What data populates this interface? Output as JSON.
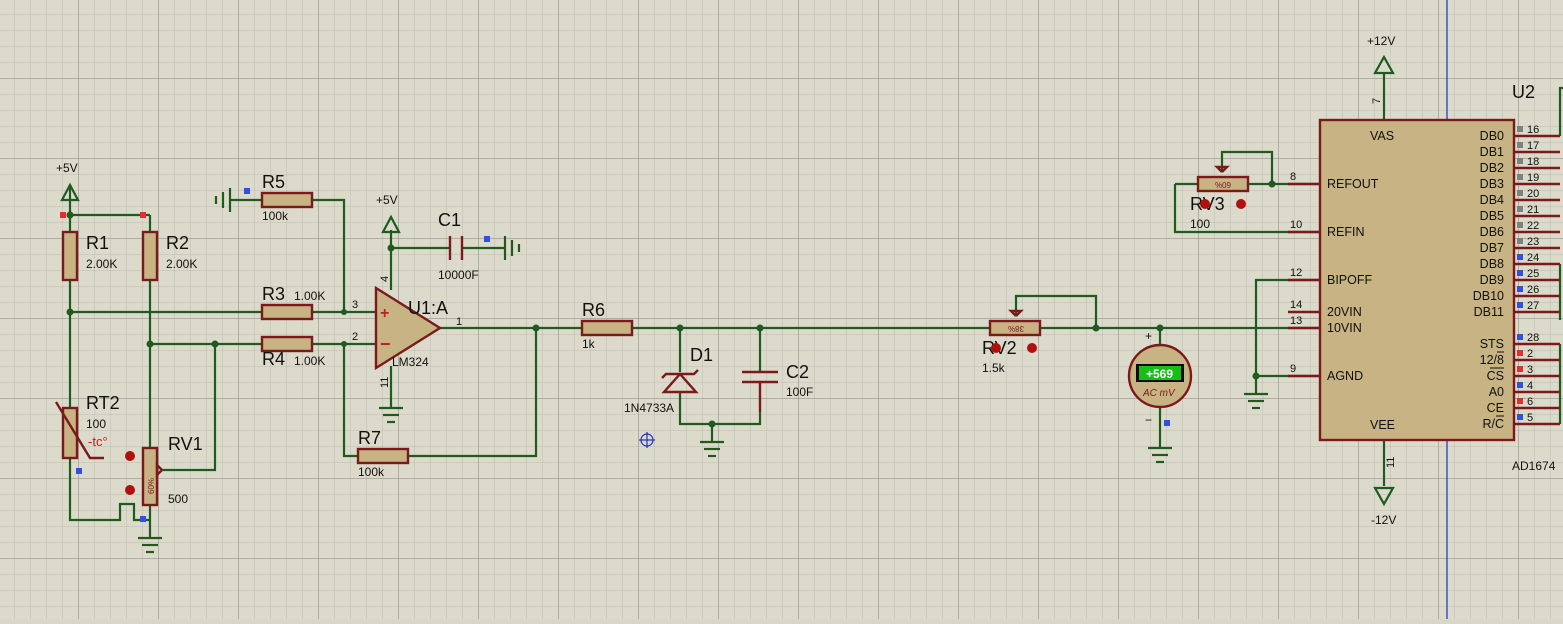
{
  "power": {
    "vcc_left": "+5V",
    "vcc_mid": "+5V",
    "vpos": "+12V",
    "vneg": "-12V"
  },
  "components": {
    "r1": {
      "ref": "R1",
      "value": "2.00K"
    },
    "r2": {
      "ref": "R2",
      "value": "2.00K"
    },
    "r3": {
      "ref": "R3",
      "value": "1.00K"
    },
    "r4": {
      "ref": "R4",
      "value": "1.00K"
    },
    "r5": {
      "ref": "R5",
      "value": "100k"
    },
    "r6": {
      "ref": "R6",
      "value": "1k"
    },
    "r7": {
      "ref": "R7",
      "value": "100k"
    },
    "rt2": {
      "ref": "RT2",
      "value": "100",
      "type": "-tc°"
    },
    "rv1": {
      "ref": "RV1",
      "value": "500",
      "setting": "60%"
    },
    "rv2": {
      "ref": "RV2",
      "value": "1.5k",
      "setting": "38%"
    },
    "rv3": {
      "ref": "RV3",
      "value": "100",
      "setting": "60%"
    },
    "c1": {
      "ref": "C1",
      "value": "10000F"
    },
    "c2": {
      "ref": "C2",
      "value": "100F"
    },
    "d1": {
      "ref": "D1",
      "value": "1N4733A"
    },
    "u1": {
      "ref": "U1:A",
      "part": "LM324",
      "pin_plus": "3",
      "pin_minus": "2",
      "pin_out": "1",
      "pin_vcc": "4",
      "pin_gnd": "11"
    },
    "meter": {
      "reading": "+569",
      "unit": "AC mV"
    },
    "u2": {
      "ref": "U2",
      "part": "AD1674",
      "left_pins": [
        {
          "name": "REFOUT",
          "num": "8"
        },
        {
          "name": "REFIN",
          "num": "10"
        },
        {
          "name": "BIPOFF",
          "num": "12"
        },
        {
          "name": "20VIN",
          "num": "14"
        },
        {
          "name": "10VIN",
          "num": "13"
        },
        {
          "name": "AGND",
          "num": "9"
        }
      ],
      "top_pin": {
        "name": "VAS",
        "num": "7"
      },
      "bottom_pin": {
        "name": "VEE",
        "num": "11"
      },
      "right_pins": [
        {
          "name": "DB0",
          "num": "16",
          "state": "gray"
        },
        {
          "name": "DB1",
          "num": "17",
          "state": "gray"
        },
        {
          "name": "DB2",
          "num": "18",
          "state": "gray"
        },
        {
          "name": "DB3",
          "num": "19",
          "state": "gray"
        },
        {
          "name": "DB4",
          "num": "20",
          "state": "gray"
        },
        {
          "name": "DB5",
          "num": "21",
          "state": "gray"
        },
        {
          "name": "DB6",
          "num": "22",
          "state": "gray"
        },
        {
          "name": "DB7",
          "num": "23",
          "state": "gray"
        },
        {
          "name": "DB8",
          "num": "24",
          "state": "blue"
        },
        {
          "name": "DB9",
          "num": "25",
          "state": "blue"
        },
        {
          "name": "DB10",
          "num": "26",
          "state": "blue"
        },
        {
          "name": "DB11",
          "num": "27",
          "state": "blue"
        },
        {
          "name": "STS",
          "num": "28",
          "state": "blue"
        },
        {
          "name": "12/8",
          "num": "2",
          "state": "red"
        },
        {
          "name": "CS",
          "num": "3",
          "state": "red"
        },
        {
          "name": "A0",
          "num": "4",
          "state": "blue"
        },
        {
          "name": "CE",
          "num": "6",
          "state": "red"
        },
        {
          "name": "R/C",
          "num": "5",
          "state": "blue"
        }
      ]
    }
  },
  "colors": {
    "wire": "#1f5a1f",
    "component": "#7a1a1a",
    "body": "#c7b383",
    "grid": "#dcdbcb"
  }
}
